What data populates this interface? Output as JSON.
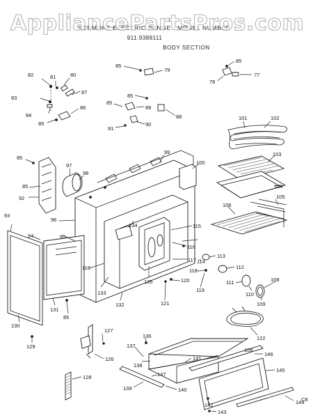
{
  "watermark": "AppliancePartsPros.com",
  "header": {
    "title": "KENMORE ELECTRIC RANGE - MODEL NUMBER",
    "model": "911.9388111",
    "section": "BODY SECTION"
  },
  "corner_code": "C8",
  "part_labels": [
    {
      "id": "p85a",
      "text": "85"
    },
    {
      "id": "p79",
      "text": "79"
    },
    {
      "id": "p85b",
      "text": "85"
    },
    {
      "id": "p77",
      "text": "77"
    },
    {
      "id": "p78",
      "text": "78"
    },
    {
      "id": "p82",
      "text": "82"
    },
    {
      "id": "p81",
      "text": "81"
    },
    {
      "id": "p80",
      "text": "80"
    },
    {
      "id": "p87",
      "text": "87"
    },
    {
      "id": "p83",
      "text": "83"
    },
    {
      "id": "p84",
      "text": "84"
    },
    {
      "id": "p86",
      "text": "86"
    },
    {
      "id": "p85c",
      "text": "85"
    },
    {
      "id": "p85d",
      "text": "85"
    },
    {
      "id": "p89",
      "text": "89"
    },
    {
      "id": "p85e",
      "text": "85"
    },
    {
      "id": "p88",
      "text": "88"
    },
    {
      "id": "p90",
      "text": "90"
    },
    {
      "id": "p91",
      "text": "91"
    },
    {
      "id": "p101",
      "text": "101"
    },
    {
      "id": "p102",
      "text": "102"
    },
    {
      "id": "p85f",
      "text": "85"
    },
    {
      "id": "p99",
      "text": "99"
    },
    {
      "id": "p100",
      "text": "100"
    },
    {
      "id": "p103",
      "text": "103"
    },
    {
      "id": "p97",
      "text": "97"
    },
    {
      "id": "p98",
      "text": "98"
    },
    {
      "id": "p85g",
      "text": "85"
    },
    {
      "id": "p92",
      "text": "92"
    },
    {
      "id": "p104",
      "text": "104"
    },
    {
      "id": "p105",
      "text": "105"
    },
    {
      "id": "p106",
      "text": "106"
    },
    {
      "id": "p93",
      "text": "93"
    },
    {
      "id": "p96",
      "text": "96"
    },
    {
      "id": "p134",
      "text": "134"
    },
    {
      "id": "p115",
      "text": "115"
    },
    {
      "id": "p94",
      "text": "94"
    },
    {
      "id": "p95",
      "text": "95"
    },
    {
      "id": "p116a",
      "text": "116"
    },
    {
      "id": "p113",
      "text": "113"
    },
    {
      "id": "p117",
      "text": "117"
    },
    {
      "id": "p116b",
      "text": "116"
    },
    {
      "id": "p114",
      "text": "114"
    },
    {
      "id": "p112",
      "text": "112"
    },
    {
      "id": "p118",
      "text": "118"
    },
    {
      "id": "p133",
      "text": "133"
    },
    {
      "id": "p135",
      "text": "135"
    },
    {
      "id": "p120",
      "text": "120"
    },
    {
      "id": "p111",
      "text": "111"
    },
    {
      "id": "p108",
      "text": "108"
    },
    {
      "id": "p119",
      "text": "119"
    },
    {
      "id": "p110",
      "text": "110"
    },
    {
      "id": "p132",
      "text": "132"
    },
    {
      "id": "p121",
      "text": "121"
    },
    {
      "id": "p109",
      "text": "109"
    },
    {
      "id": "p131",
      "text": "131"
    },
    {
      "id": "p85h",
      "text": "85"
    },
    {
      "id": "p130",
      "text": "130"
    },
    {
      "id": "p122",
      "text": "122"
    },
    {
      "id": "p127",
      "text": "127"
    },
    {
      "id": "p129",
      "text": "129"
    },
    {
      "id": "p136",
      "text": "136"
    },
    {
      "id": "p108b",
      "text": "108"
    },
    {
      "id": "p126",
      "text": "126"
    },
    {
      "id": "p137",
      "text": "137"
    },
    {
      "id": "p146",
      "text": "146"
    },
    {
      "id": "p141",
      "text": "141"
    },
    {
      "id": "p138",
      "text": "138"
    },
    {
      "id": "p145",
      "text": "145"
    },
    {
      "id": "p147",
      "text": "147"
    },
    {
      "id": "p128",
      "text": "128"
    },
    {
      "id": "p139",
      "text": "139"
    },
    {
      "id": "p140",
      "text": "140"
    },
    {
      "id": "p142",
      "text": "142"
    },
    {
      "id": "p144",
      "text": "144"
    },
    {
      "id": "p143",
      "text": "143"
    }
  ]
}
